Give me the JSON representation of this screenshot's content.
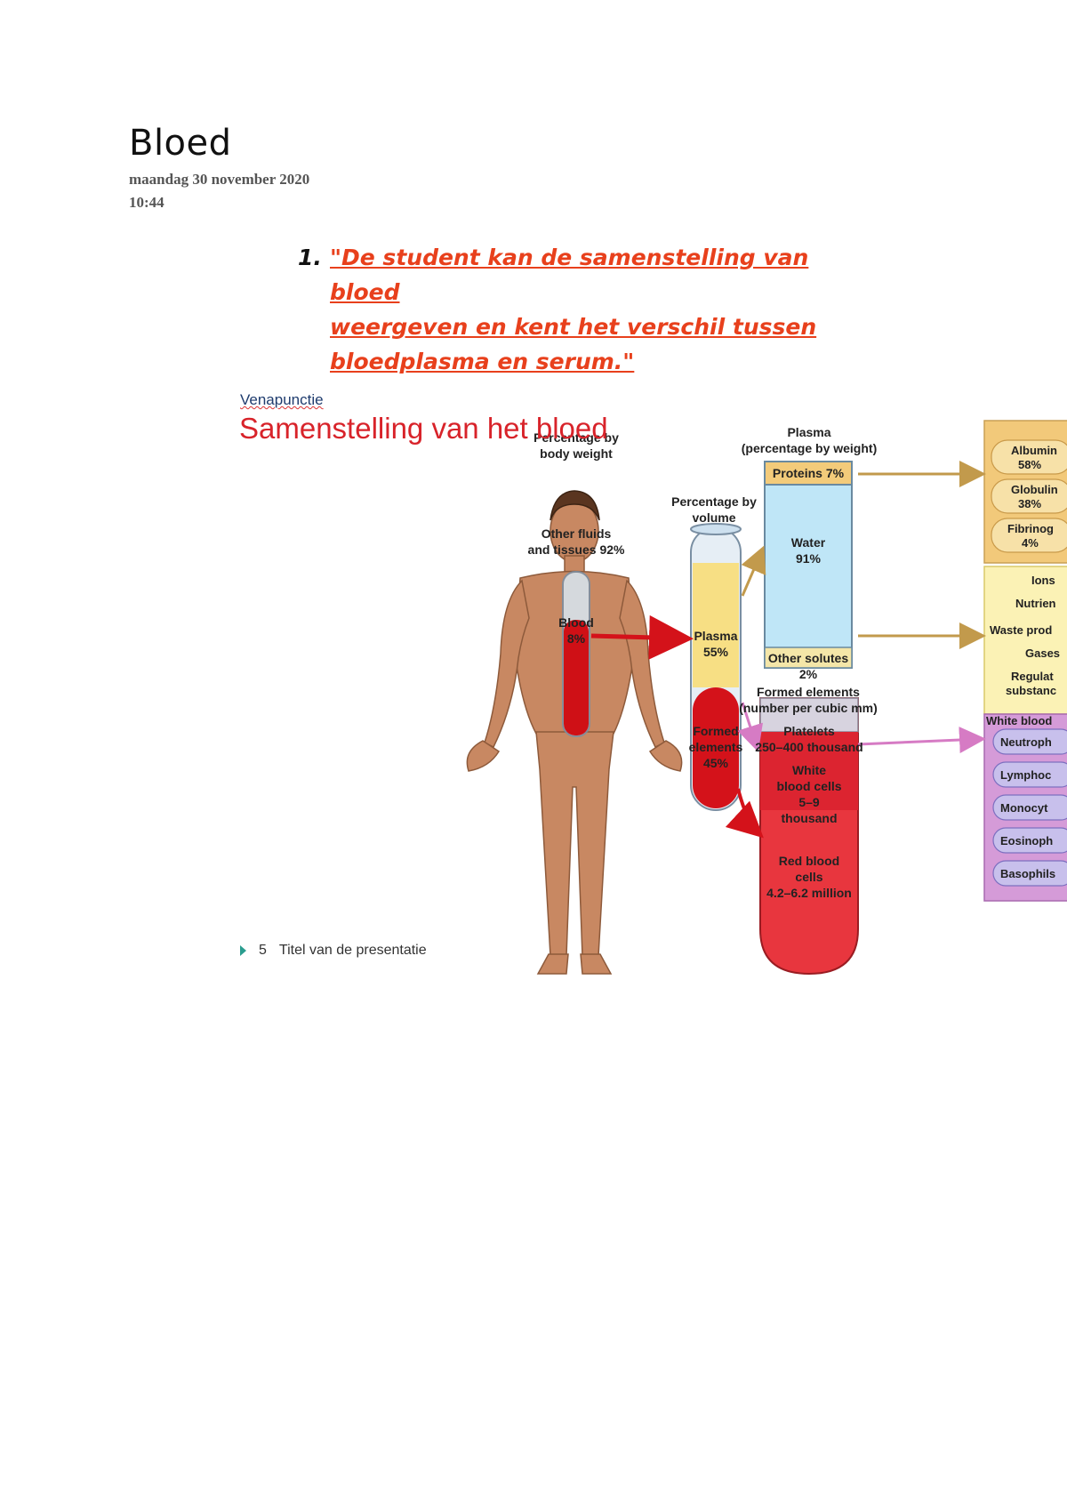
{
  "note": {
    "title": "Bloed",
    "date": "maandag 30 november 2020",
    "time": "10:44"
  },
  "objective": {
    "number": "1.",
    "text": "\"De student kan de samenstelling van bloed \nweergeven en kent het verschil tussen \nbloedplasma en serum.\""
  },
  "slide": {
    "subtitle": "Venapunctie",
    "title": "Samenstelling van het bloed",
    "page_number": "5",
    "footer_text": "Titel van de presentatie",
    "figure": {
      "body_header": [
        "Percentage by",
        "body weight"
      ],
      "other_fluids": [
        "Other fluids",
        "and tissues 92%"
      ],
      "blood": [
        "Blood",
        "8%"
      ],
      "tube_header": [
        "Percentage by",
        "volume"
      ],
      "plasma_pct": [
        "Plasma",
        "55%"
      ],
      "formed_pct": [
        "Formed",
        "elements",
        "45%"
      ],
      "plasma_header": [
        "Plasma",
        "(percentage by weight)"
      ],
      "proteins": "Proteins 7%",
      "water": [
        "Water",
        "91%"
      ],
      "other_solutes": [
        "Other solutes",
        "2%"
      ],
      "formed_header": [
        "Formed elements",
        "(number per cubic mm)"
      ],
      "platelets": [
        "Platelets",
        "250–400 thousand"
      ],
      "wbc": [
        "White",
        "blood cells",
        "5–9",
        "thousand"
      ],
      "rbc": [
        "Red blood",
        "cells",
        "4.2–6.2 million"
      ],
      "protein_types": [
        [
          "Albumin",
          "58%"
        ],
        [
          "Globulin",
          "38%"
        ],
        [
          "Fibrinog",
          "4%"
        ]
      ],
      "solute_types": [
        "Ions",
        "Nutrien",
        "Waste prod",
        "Gases",
        "Regulat",
        "substanc"
      ],
      "wbc_header": "White blood",
      "wbc_types": [
        "Neutroph",
        "Lymphoc",
        "Monocyt",
        "Eosinoph",
        "Basophils"
      ]
    }
  },
  "colors": {
    "objective": "#e8401c",
    "slide_title": "#d8232a",
    "blood_red": "#d4121a",
    "plasma_yellow": "#f7df84",
    "water_blue": "#bfe6f7",
    "wbc_purple": "#d59bd8"
  }
}
